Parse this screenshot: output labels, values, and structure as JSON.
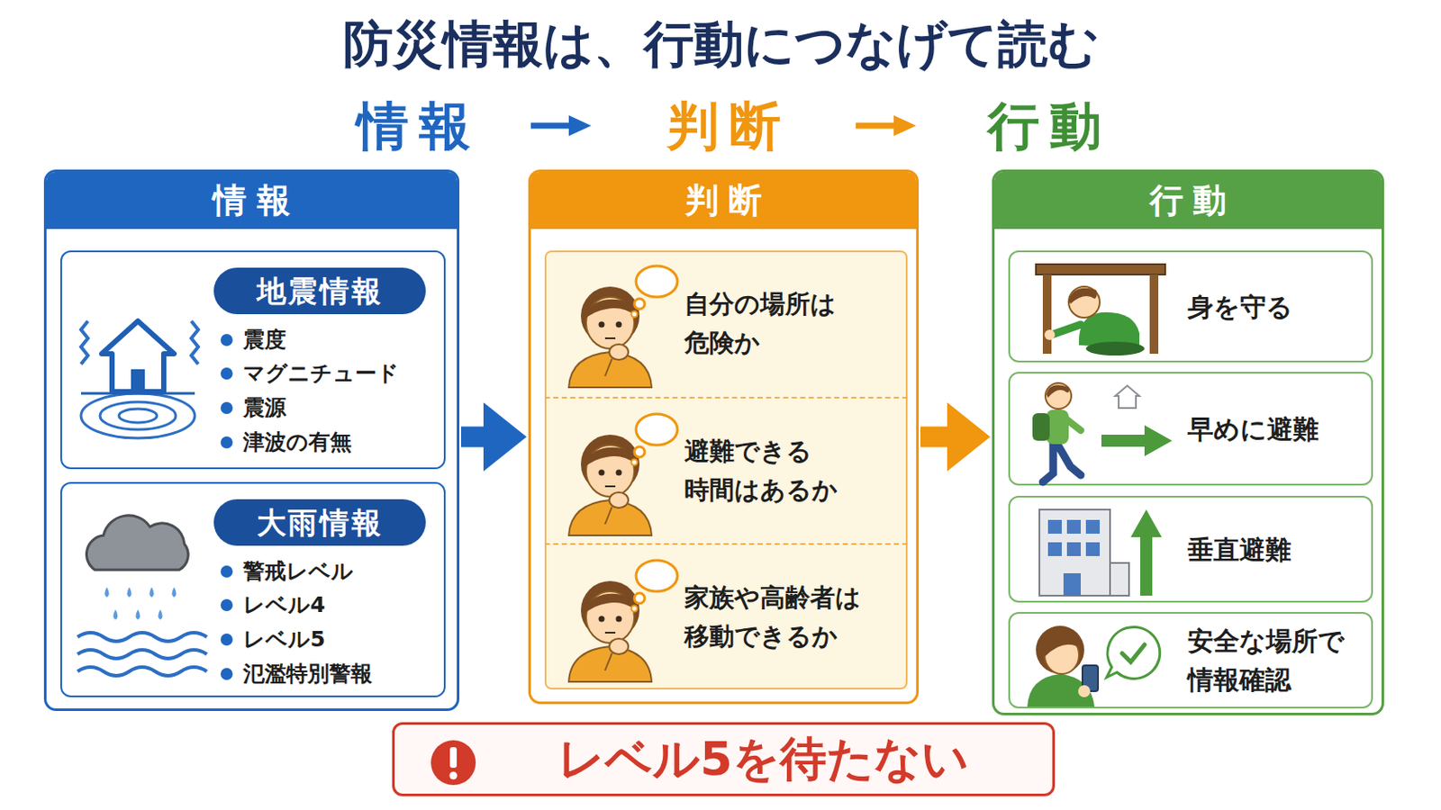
{
  "diagram": {
    "title": "防災情報は、行動につなげて読む",
    "nodes": [
      {
        "text": [
          "情報"
        ]
      },
      {
        "text": [
          "地震情報",
          "震度",
          "マグニチュード",
          "震源",
          "津波の有無"
        ],
        "in": 0
      },
      {
        "text": [
          "大雨情報",
          "警戒レベル",
          "レベル4",
          "レベル5",
          "氾濫特別警報"
        ],
        "in": 0
      },
      {
        "text": [
          "判断"
        ]
      },
      {
        "text": [
          "自分の場所は 危険か"
        ],
        "in": 3
      },
      {
        "text": [
          "避難できる 時間はあるか"
        ],
        "in": 3
      },
      {
        "text": [
          "家族や高齢者は 移動できるか"
        ],
        "in": 3
      },
      {
        "text": [
          "行動"
        ]
      },
      {
        "text": [
          "身を守る"
        ],
        "in": 7
      },
      {
        "text": [
          "早めに避難"
        ],
        "in": 7
      },
      {
        "text": [
          "垂直避難"
        ],
        "in": 7
      },
      {
        "text": [
          "安全な場所で 情報確認"
        ],
        "in": 7
      },
      {
        "text": [
          "レベル5を待たない"
        ]
      }
    ],
    "edges": [
      {
        "from": 0,
        "to": 3,
        "arrow": "to"
      },
      {
        "from": 3,
        "to": 7,
        "arrow": "to"
      }
    ],
    "labels": [
      "情報",
      "判断",
      "行動"
    ]
  }
}
